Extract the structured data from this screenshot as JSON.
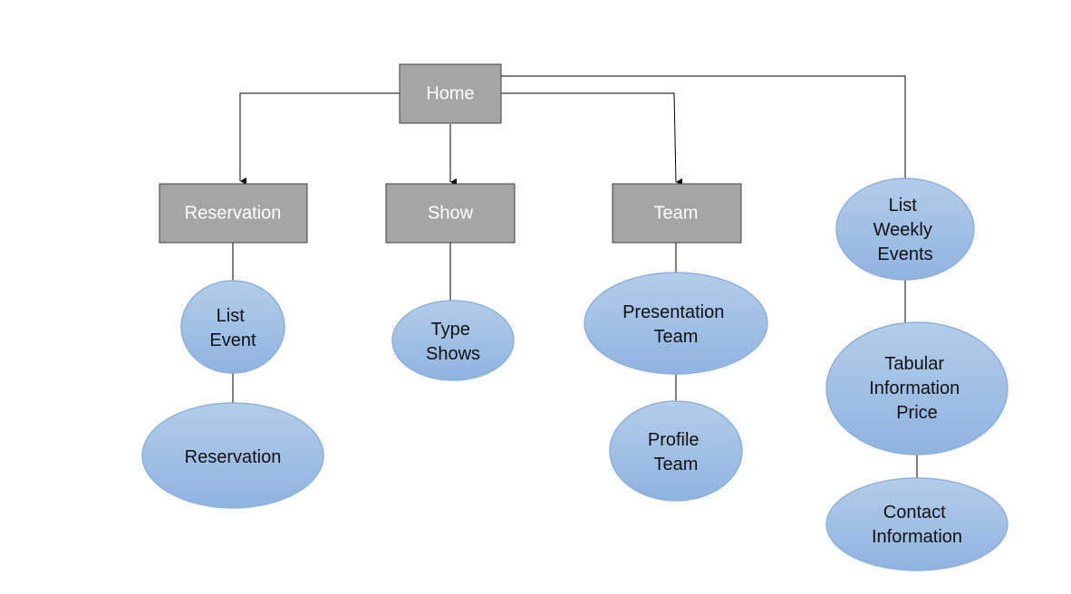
{
  "diagram": {
    "home": "Home",
    "sections": {
      "reservation": "Reservation",
      "show": "Show",
      "team": "Team",
      "weekly_events": [
        "List",
        "Weekly",
        "Events"
      ]
    },
    "pages": {
      "list_event": [
        "List",
        "Event"
      ],
      "reservation": [
        "Reservation"
      ],
      "type_shows": [
        "Type",
        "Shows"
      ],
      "presentation_team": [
        "Presentation",
        "Team"
      ],
      "profile_team": [
        "Profile",
        "Team"
      ],
      "tabular_information_price": [
        "Tabular",
        "Information",
        "Price"
      ],
      "contact_information": [
        "Contact",
        "Information"
      ]
    }
  },
  "colors": {
    "rect_fill": "#a5a5a5",
    "rect_stroke": "#3f3f3f",
    "ellipse_top": "#b3cde9",
    "ellipse_bottom": "#8fb3e0",
    "ellipse_stroke": "#8eb0d9",
    "connector": "#000000"
  }
}
